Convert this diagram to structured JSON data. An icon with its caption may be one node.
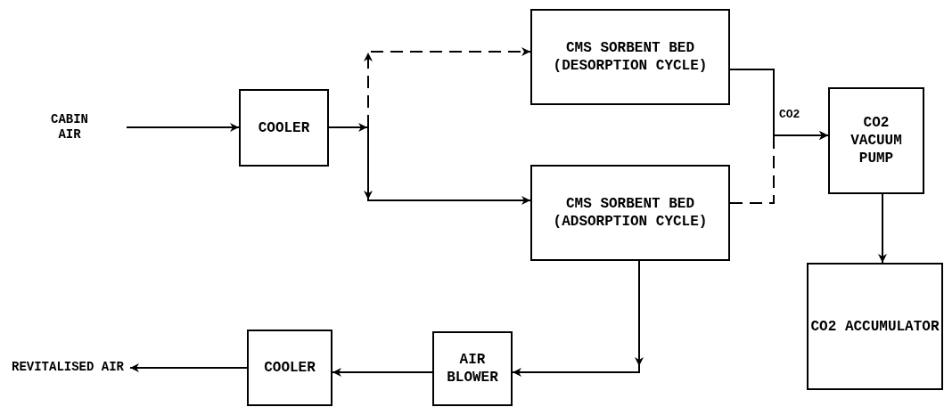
{
  "diagram": {
    "nodes": [
      {
        "text": [
          "CABIN AIR"
        ]
      },
      {
        "text": [
          "COOLER"
        ]
      },
      {
        "text": [
          "CMS SORBENT BED (DESORPTION CYCLE)"
        ]
      },
      {
        "text": [
          "CMS SORBENT BED (ADSORPTION CYCLE)"
        ]
      },
      {
        "text": [
          "CO2 VACUUM PUMP"
        ]
      },
      {
        "text": [
          "CO2 ACCUMULATOR"
        ]
      },
      {
        "text": [
          "AIR BLOWER"
        ]
      },
      {
        "text": [
          "COOLER"
        ]
      },
      {
        "text": [
          "REVITALISED AIR"
        ]
      }
    ],
    "edges": [
      {
        "from": 0,
        "to": 1,
        "arrow": "to"
      },
      {
        "from": 1,
        "to": 2,
        "arrow": "to",
        "style": "dashed"
      },
      {
        "from": 1,
        "to": 3,
        "arrow": "to"
      },
      {
        "from": 2,
        "to": 4,
        "arrow": "to",
        "label": "CO2"
      },
      {
        "from": 3,
        "to": 4,
        "arrow": "to",
        "style": "dashed"
      },
      {
        "from": 4,
        "to": 5,
        "arrow": "to"
      },
      {
        "from": 3,
        "to": 6,
        "arrow": "to"
      },
      {
        "from": 6,
        "to": 7,
        "arrow": "to"
      },
      {
        "from": 7,
        "to": 8,
        "arrow": "to"
      }
    ]
  }
}
